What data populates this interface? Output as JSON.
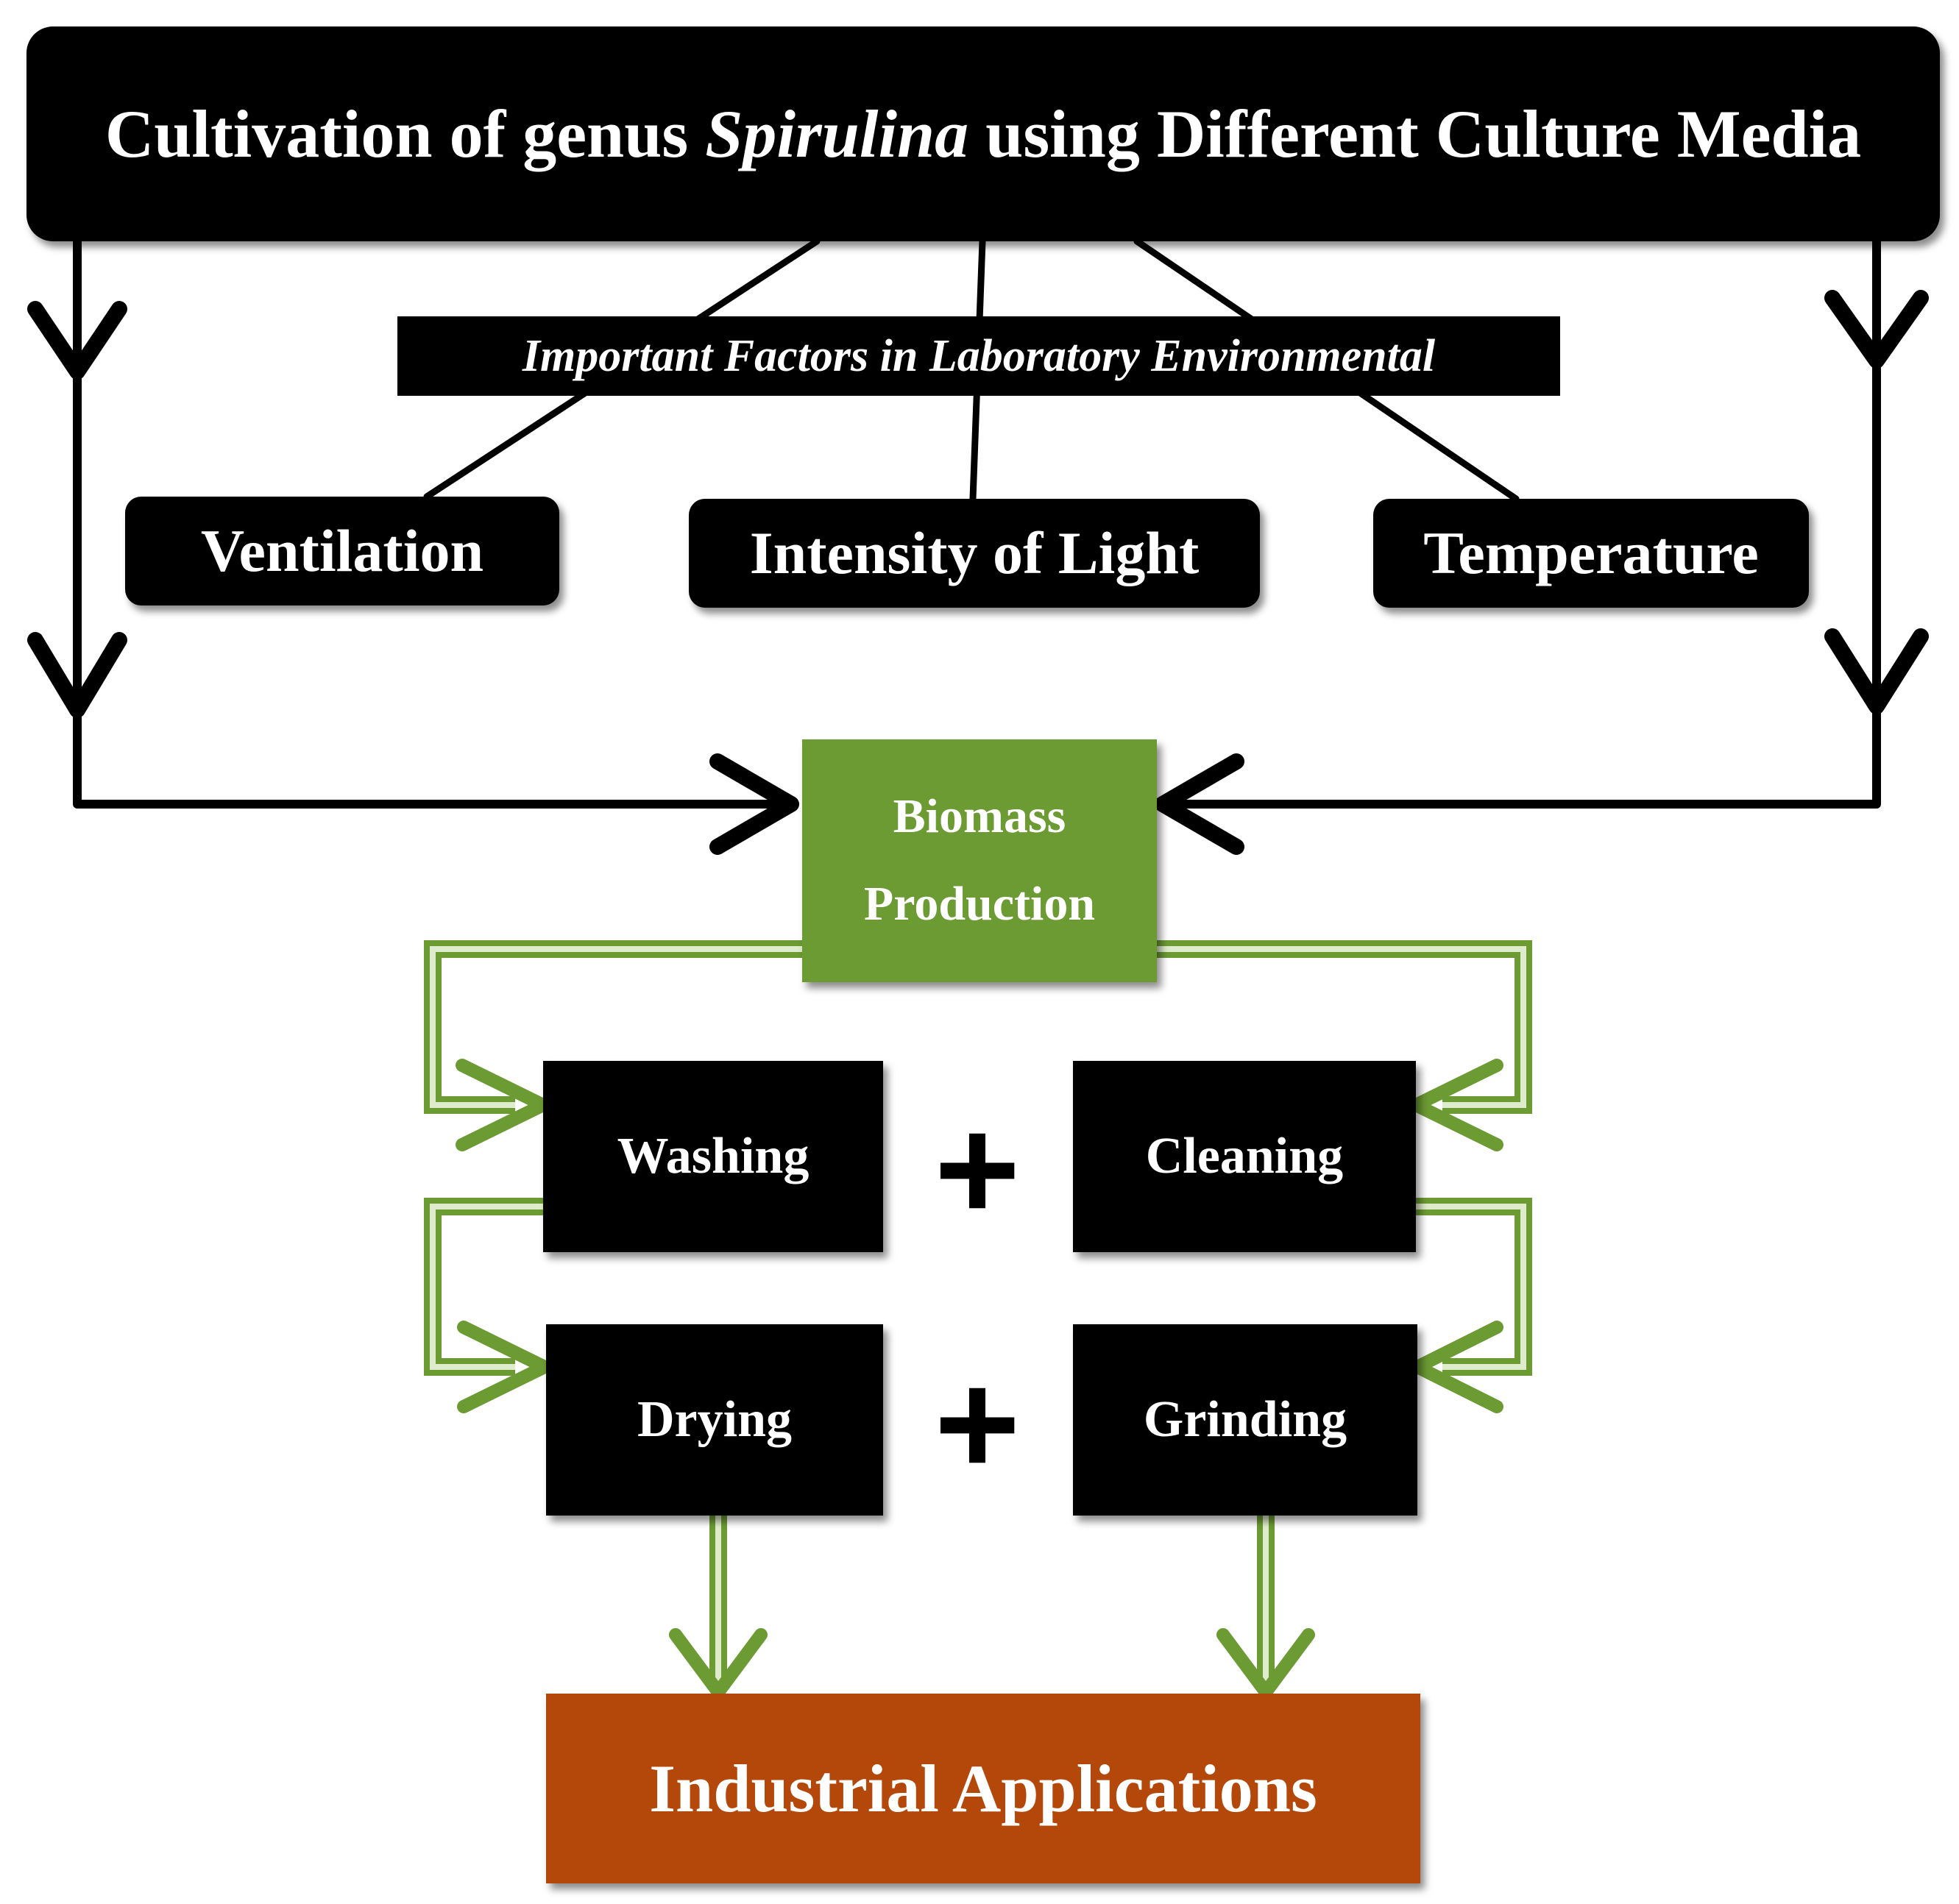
{
  "title": {
    "prefix": "Cultivation  of genus",
    "italic": "Spirulina",
    "suffix": "using Different  Culture Media"
  },
  "factors_label": "Important Factors in Laboratory Environmental",
  "factors": {
    "ventilation": "Ventilation",
    "light": "Intensity of Light",
    "temperature": "Temperature"
  },
  "biomass": {
    "line1": "Biomass",
    "line2": "Production"
  },
  "processing": {
    "washing": "Washing",
    "cleaning": "Cleaning",
    "drying": "Drying",
    "grinding": "Grinding",
    "plus_symbol": "+"
  },
  "output": "Industrial  Applications",
  "colors": {
    "box_black": "#000000",
    "green": "#6c9a33",
    "orange": "#b4480b"
  }
}
